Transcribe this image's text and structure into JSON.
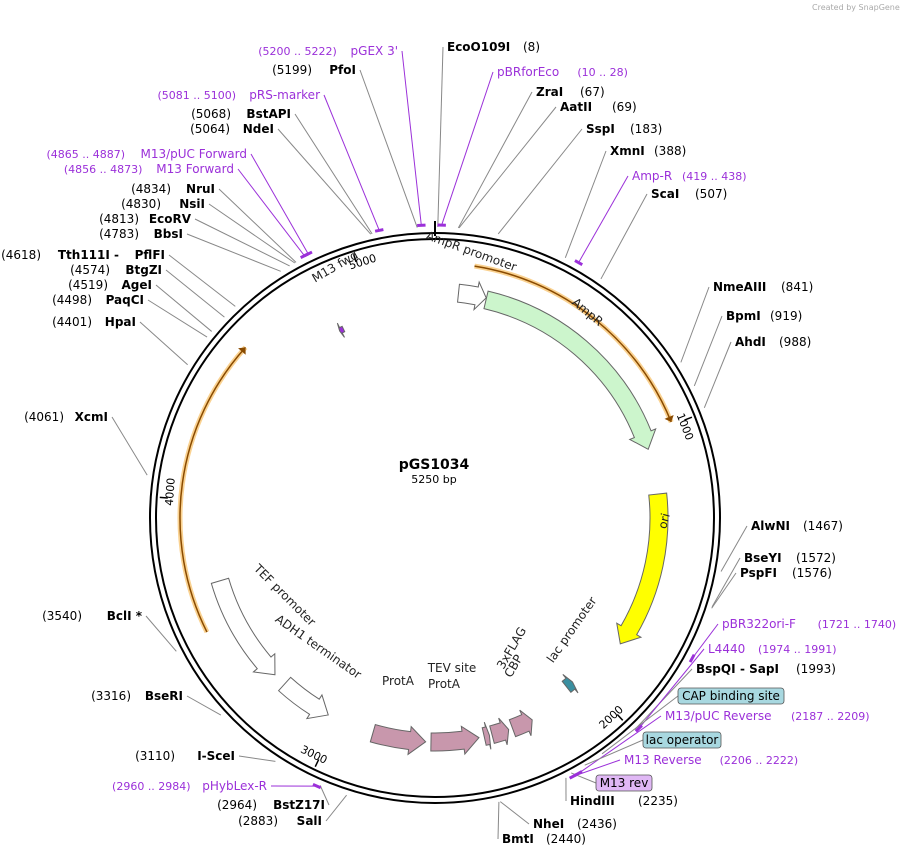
{
  "watermark": "Created by SnapGene",
  "plasmid": {
    "name": "pGS1034",
    "size_label": "5250 bp",
    "length": 5250
  },
  "colors": {
    "backbone": "#000000",
    "ampr": "#ccf5cc",
    "ori": "#ffff00",
    "prota": "#c897ac",
    "promoter": "#ffffff",
    "orf_track": "#f5a623",
    "primer": "#9b30d9",
    "pill_teal": "#a8d8e0",
    "pill_purple": "#e0b8f5"
  },
  "tick_labels": [
    {
      "label": "1000",
      "bp": 1000
    },
    {
      "label": "2000",
      "bp": 2000
    },
    {
      "label": "3000",
      "bp": 3000
    },
    {
      "label": "4000",
      "bp": 4000
    },
    {
      "label": "5000",
      "bp": 5000
    }
  ],
  "enzymes": [
    {
      "name": "EcoO109I",
      "pos": "(8)",
      "bp": 8,
      "side": "right",
      "row": 0
    },
    {
      "name": "ZraI",
      "pos": "(67)",
      "bp": 67,
      "side": "right",
      "row": 2
    },
    {
      "name": "AatII",
      "pos": "(69)",
      "bp": 69,
      "side": "right",
      "row": 3
    },
    {
      "name": "SspI",
      "pos": "(183)",
      "bp": 183,
      "side": "right",
      "row": 4
    },
    {
      "name": "XmnI",
      "pos": "(388)",
      "bp": 388,
      "side": "right",
      "row": 5
    },
    {
      "name": "ScaI",
      "pos": "(507)",
      "bp": 507,
      "side": "right",
      "row": 7
    },
    {
      "name": "NmeAIII",
      "pos": "(841)",
      "bp": 841,
      "side": "right",
      "row": 8
    },
    {
      "name": "BpmI",
      "pos": "(919)",
      "bp": 919,
      "side": "right",
      "row": 9
    },
    {
      "name": "AhdI",
      "pos": "(988)",
      "bp": 988,
      "side": "right",
      "row": 10
    },
    {
      "name": "AlwNI",
      "pos": "(1467)",
      "bp": 1467,
      "side": "right",
      "row": 11
    },
    {
      "name": "BseYI",
      "pos": "(1572)",
      "bp": 1572,
      "side": "right",
      "row": 12
    },
    {
      "name": "PspFI",
      "pos": "(1576)",
      "bp": 1576,
      "side": "right",
      "row": 13
    },
    {
      "name": "BspQI",
      "name2": "SapI",
      "pos": "(1993)",
      "bp": 1993,
      "side": "right",
      "row": 16
    },
    {
      "name": "HindIII",
      "pos": "(2235)",
      "bp": 2235,
      "side": "right",
      "row": 22
    },
    {
      "name": "NheI",
      "pos": "(2436)",
      "bp": 2436,
      "side": "right",
      "row": 23
    },
    {
      "name": "BmtI",
      "pos": "(2440)",
      "bp": 2440,
      "side": "right",
      "row": 24
    },
    {
      "name": "SalI",
      "pos": "(2883)",
      "bp": 2883,
      "side": "left",
      "row": 0
    },
    {
      "name": "BstZ17I",
      "pos": "(2964)",
      "bp": 2964,
      "side": "left",
      "row": 1
    },
    {
      "name": "I-SceI",
      "pos": "(3110)",
      "bp": 3110,
      "side": "left",
      "row": 3
    },
    {
      "name": "BseRI",
      "pos": "(3316)",
      "bp": 3316,
      "side": "left",
      "row": 4
    },
    {
      "name": "BclI *",
      "pos": "(3540)",
      "bp": 3540,
      "side": "left",
      "row": 5
    },
    {
      "name": "XcmI",
      "pos": "(4061)",
      "bp": 4061,
      "side": "left",
      "row": 6
    },
    {
      "name": "HpaI",
      "pos": "(4401)",
      "bp": 4401,
      "side": "left",
      "row": 7
    },
    {
      "name": "PaqCI",
      "pos": "(4498)",
      "bp": 4498,
      "side": "left",
      "row": 8
    },
    {
      "name": "AgeI",
      "pos": "(4519)",
      "bp": 4519,
      "side": "left",
      "row": 9
    },
    {
      "name": "BtgZI",
      "pos": "(4574)",
      "bp": 4574,
      "side": "left",
      "row": 10
    },
    {
      "name": "PflFI",
      "name2": "Tth111I",
      "pos": "(4618)",
      "bp": 4618,
      "side": "left",
      "row": 11
    },
    {
      "name": "BbsI",
      "pos": "(4783)",
      "bp": 4783,
      "side": "left",
      "row": 12
    },
    {
      "name": "EcoRV",
      "pos": "(4813)",
      "bp": 4813,
      "side": "left",
      "row": 13
    },
    {
      "name": "NsiI",
      "pos": "(4830)",
      "bp": 4830,
      "side": "left",
      "row": 14
    },
    {
      "name": "NruI",
      "pos": "(4834)",
      "bp": 4834,
      "side": "left",
      "row": 15
    },
    {
      "name": "NdeI",
      "pos": "(5064)",
      "bp": 5064,
      "side": "left",
      "row": 18
    },
    {
      "name": "BstAPI",
      "pos": "(5068)",
      "bp": 5068,
      "side": "left",
      "row": 19
    },
    {
      "name": "PfoI",
      "pos": "(5199)",
      "bp": 5199,
      "side": "left",
      "row": 21
    }
  ],
  "primers": [
    {
      "name": "pGEX 3'",
      "pos": "(5200 .. 5222)",
      "bp": 5211,
      "side": "left"
    },
    {
      "name": "pBRforEco",
      "pos": "(10 .. 28)",
      "bp": 19,
      "side": "right"
    },
    {
      "name": "pRS-marker",
      "pos": "(5081 .. 5100)",
      "bp": 5090,
      "side": "left"
    },
    {
      "name": "M13/pUC Forward",
      "pos": "(4865 .. 4887)",
      "bp": 4876,
      "side": "left"
    },
    {
      "name": "M13 Forward",
      "pos": "(4856 .. 4873)",
      "bp": 4864,
      "side": "left"
    },
    {
      "name": "Amp-R",
      "pos": "(419 .. 438)",
      "bp": 428,
      "side": "right"
    },
    {
      "name": "pBR322ori-F",
      "pos": "(1721 .. 1740)",
      "bp": 1730,
      "side": "right"
    },
    {
      "name": "L4440",
      "pos": "(1974 .. 1991)",
      "bp": 1982,
      "side": "right"
    },
    {
      "name": "M13/pUC Reverse",
      "pos": "(2187 .. 2209)",
      "bp": 2198,
      "side": "right"
    },
    {
      "name": "M13 Reverse",
      "pos": "(2206 .. 2222)",
      "bp": 2214,
      "side": "right"
    },
    {
      "name": "pHybLex-R",
      "pos": "(2960 .. 2984)",
      "bp": 2972,
      "side": "left"
    }
  ],
  "pills": [
    {
      "name": "CAP binding site",
      "kind": "teal"
    },
    {
      "name": "lac operator",
      "kind": "teal"
    },
    {
      "name": "M13 rev",
      "kind": "purple"
    }
  ],
  "features": [
    {
      "name": "AmpR promoter",
      "start": 87,
      "end": 191,
      "dir": 1,
      "kind": "promoter"
    },
    {
      "name": "AmpR",
      "start": 192,
      "end": 1052,
      "dir": 1,
      "kind": "ampr"
    },
    {
      "name": "ori",
      "start": 1223,
      "end": 1811,
      "dir": 1,
      "kind": "ori"
    },
    {
      "name": "lac promoter",
      "start": 2042,
      "end": 2072,
      "dir": -1,
      "kind": "small"
    },
    {
      "name": "CBP",
      "start": 2250,
      "end": 2330,
      "dir": -1,
      "kind": "prota"
    },
    {
      "name": "3xFLAG",
      "start": 2345,
      "end": 2410,
      "dir": -1,
      "kind": "prota"
    },
    {
      "name": "TEV site",
      "start": 2420,
      "end": 2440,
      "dir": -1,
      "kind": "prota"
    },
    {
      "name": "ProtA",
      "start": 2460,
      "end": 2640,
      "dir": -1,
      "kind": "prota"
    },
    {
      "name": "ProtA",
      "start": 2660,
      "end": 2860,
      "dir": -1,
      "kind": "prota"
    },
    {
      "name": "ADH1 terminator",
      "start": 3040,
      "end": 3240,
      "dir": -1,
      "kind": "promoter"
    },
    {
      "name": "TEF promoter",
      "start": 3290,
      "end": 3700,
      "dir": -1,
      "kind": "promoter"
    },
    {
      "name": "M13 fwd",
      "start": 4856,
      "end": 4873,
      "dir": -1,
      "kind": "primer"
    }
  ],
  "feature_labels": [
    {
      "name": "AmpR promoter"
    },
    {
      "name": "AmpR"
    },
    {
      "name": "ori"
    },
    {
      "name": "lac promoter"
    },
    {
      "name": "CBP"
    },
    {
      "name": "3xFLAG"
    },
    {
      "name": "TEV site"
    },
    {
      "name": "ProtA"
    },
    {
      "name": "ProtA"
    },
    {
      "name": "ADH1 terminator"
    },
    {
      "name": "TEF promoter"
    },
    {
      "name": "M13 fwd"
    }
  ],
  "orf_tracks": [
    {
      "start": 130,
      "end": 990,
      "dir": 1
    },
    {
      "start": 3550,
      "end": 4550,
      "dir": 1
    }
  ]
}
